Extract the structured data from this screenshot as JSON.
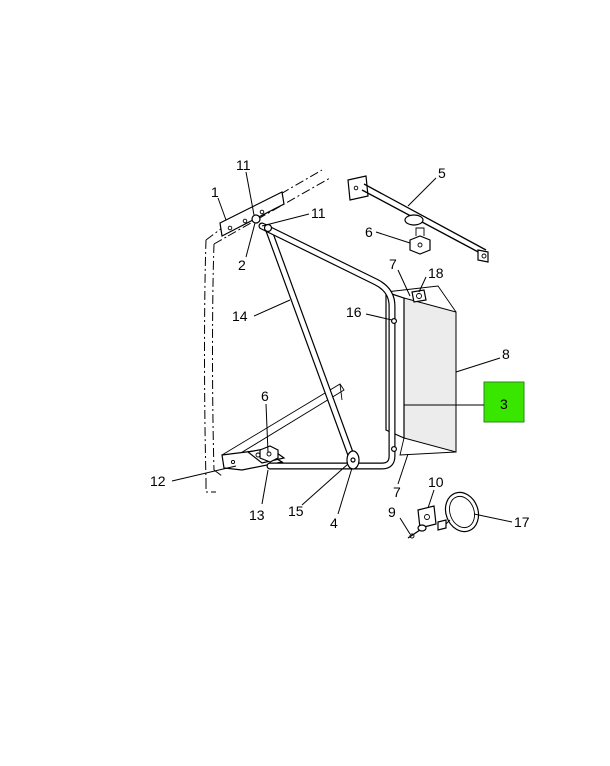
{
  "diagram": {
    "callouts": {
      "c1": "1",
      "c2": "2",
      "c3": "3",
      "c4": "4",
      "c5": "5",
      "c6a": "6",
      "c6b": "6",
      "c7a": "7",
      "c7b": "7",
      "c8": "8",
      "c9": "9",
      "c10": "10",
      "c11a": "11",
      "c11b": "11",
      "c12": "12",
      "c13": "13",
      "c14": "14",
      "c15": "15",
      "c16": "16",
      "c17": "17",
      "c18": "18"
    },
    "highlight_color": "#39e600"
  },
  "footer": {
    "left_text": "",
    "right_text": ""
  }
}
